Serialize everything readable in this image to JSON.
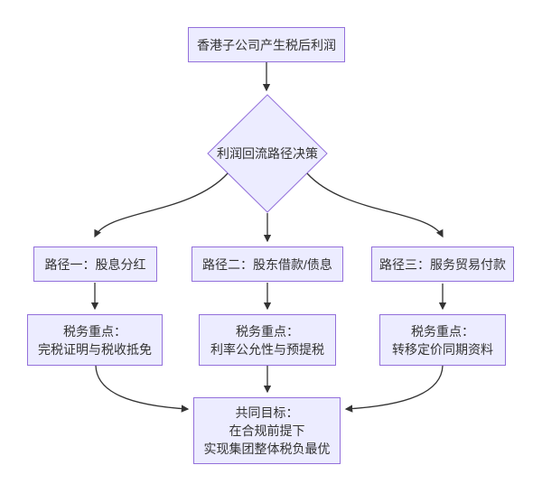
{
  "diagram": {
    "type": "flowchart",
    "background_color": "#FFFFFF",
    "node_fill_color": "#ECECFF",
    "node_border_color": "#9370DB",
    "text_color": "#333333",
    "edge_color": "#333333"
  },
  "nodes": {
    "start": {
      "shape": "rect",
      "lines": [
        "香港子公司产生税后利润"
      ]
    },
    "decision": {
      "shape": "diamond",
      "lines": [
        "利润回流路径决策"
      ]
    },
    "path1": {
      "shape": "rect",
      "lines": [
        "路径一：股息分红"
      ]
    },
    "path2": {
      "shape": "rect",
      "lines": [
        "路径二：股东借款/债息"
      ]
    },
    "path3": {
      "shape": "rect",
      "lines": [
        "路径三：服务贸易付款"
      ]
    },
    "tax1": {
      "shape": "rect",
      "lines": [
        "税务重点：",
        "完税证明与税收抵免"
      ]
    },
    "tax2": {
      "shape": "rect",
      "lines": [
        "税务重点：",
        "利率公允性与预提税"
      ]
    },
    "tax3": {
      "shape": "rect",
      "lines": [
        "税务重点：",
        "转移定价同期资料"
      ]
    },
    "goal": {
      "shape": "rect",
      "lines": [
        "共同目标：",
        "在合规前提下",
        "实现集团整体税负最优"
      ]
    }
  },
  "edges": [
    {
      "from": "start",
      "to": "decision"
    },
    {
      "from": "decision",
      "to": "path1"
    },
    {
      "from": "decision",
      "to": "path2"
    },
    {
      "from": "decision",
      "to": "path3"
    },
    {
      "from": "path1",
      "to": "tax1"
    },
    {
      "from": "path2",
      "to": "tax2"
    },
    {
      "from": "path3",
      "to": "tax3"
    },
    {
      "from": "tax1",
      "to": "goal"
    },
    {
      "from": "tax2",
      "to": "goal"
    },
    {
      "from": "tax3",
      "to": "goal"
    }
  ]
}
